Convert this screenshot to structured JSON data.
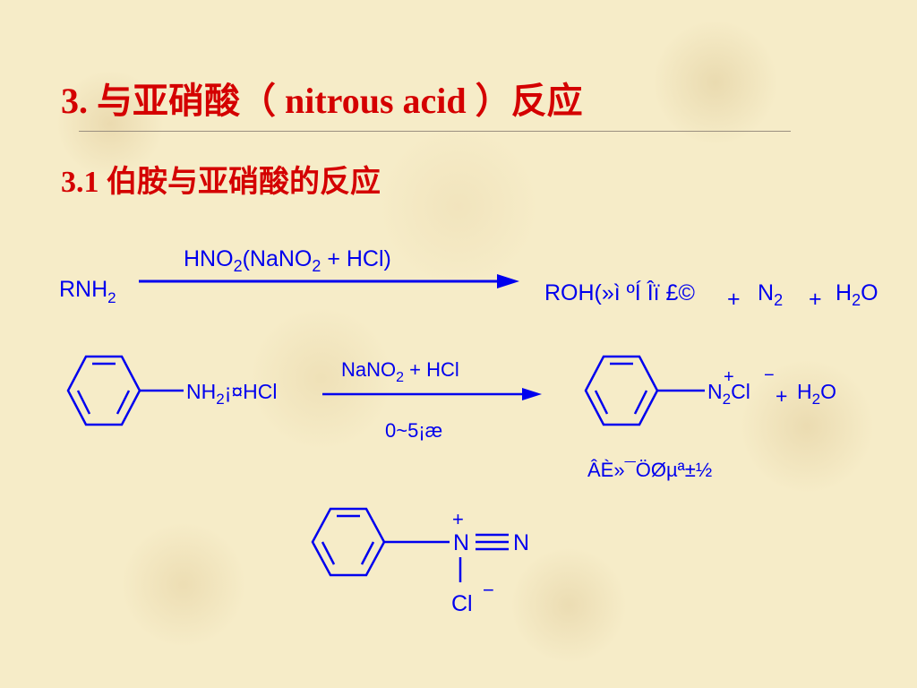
{
  "title": "3.   与亚硝酸（ nitrous acid ）反应",
  "subtitle": "3.1 伯胺与亚硝酸的反应",
  "colors": {
    "title": "#d40000",
    "chemistry": "#0000ee",
    "background": "#f6ecc8"
  },
  "reaction1": {
    "reactant_R": "RNH",
    "reactant_sub": "2",
    "reagent_parts": [
      "HNO",
      "2",
      "(NaNO",
      "2",
      " + HCl)"
    ],
    "product_text": "ROH(»ì ºÍ Îï £©",
    "plus_1": "+",
    "n2_main": "N",
    "n2_sub": "2",
    "plus_2": "+",
    "water_h": "H",
    "water_sub": "2",
    "water_o": "O"
  },
  "reaction2": {
    "reactant_nh": "NH",
    "reactant_sub": "2",
    "reactant_tail": "¡¤HCl",
    "reagent_top_parts": [
      "NaNO",
      "2",
      " + HCl"
    ],
    "reagent_bottom": "0~5¡æ",
    "product_plus_charge": "+",
    "product_n": "N",
    "product_sub": "2",
    "product_cl": "Cl",
    "product_minus_charge": "−",
    "plus": "+",
    "water_h": "H",
    "water_sub": "2",
    "water_o": "O",
    "product_caption": "ÂÈ»¯ÖØµª±½"
  },
  "structure": {
    "plus_charge": "+",
    "n1": "N",
    "n2": "N",
    "cl": "Cl",
    "minus_charge": "−"
  }
}
